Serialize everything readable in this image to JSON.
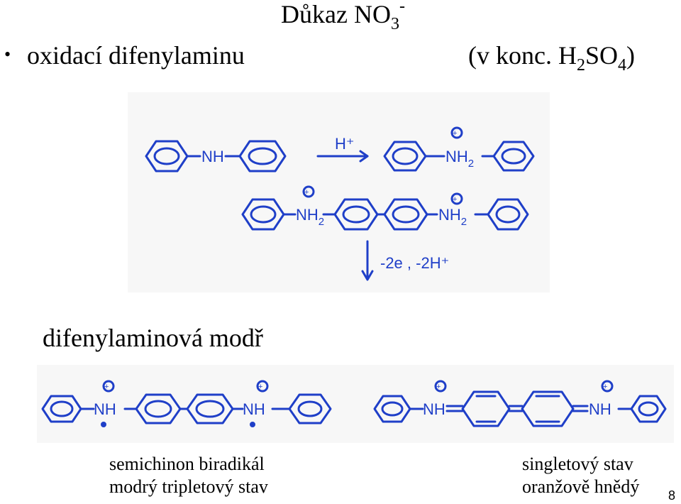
{
  "title": {
    "base": "Důkaz NO",
    "sub": "3",
    "sup": "-"
  },
  "bullet": {
    "glyph": "•",
    "text": "oxidací difenylaminu",
    "condition": {
      "open": "(v konc. H",
      "sub1": "2",
      "mid": "SO",
      "sub2": "4",
      "close": ")"
    }
  },
  "scheme1": {
    "nh": "NH",
    "nh2": "NH",
    "nh2_sub": "2",
    "plus": "+",
    "arrow_label": "H⁺",
    "down_label": "-2e , -2H⁺"
  },
  "heading2": "difenylaminová modř",
  "scheme2": {
    "nh": "NH",
    "plus": "+"
  },
  "caption_left": [
    "semichinon biradikál",
    "modrý tripletový stav"
  ],
  "caption_right": [
    "singletový stav",
    "oranžově hnědý"
  ],
  "slide_number": "8",
  "colors": {
    "ink": "#1f3fc8",
    "text": "#000000",
    "scan_bg": "#f7f7f7"
  }
}
